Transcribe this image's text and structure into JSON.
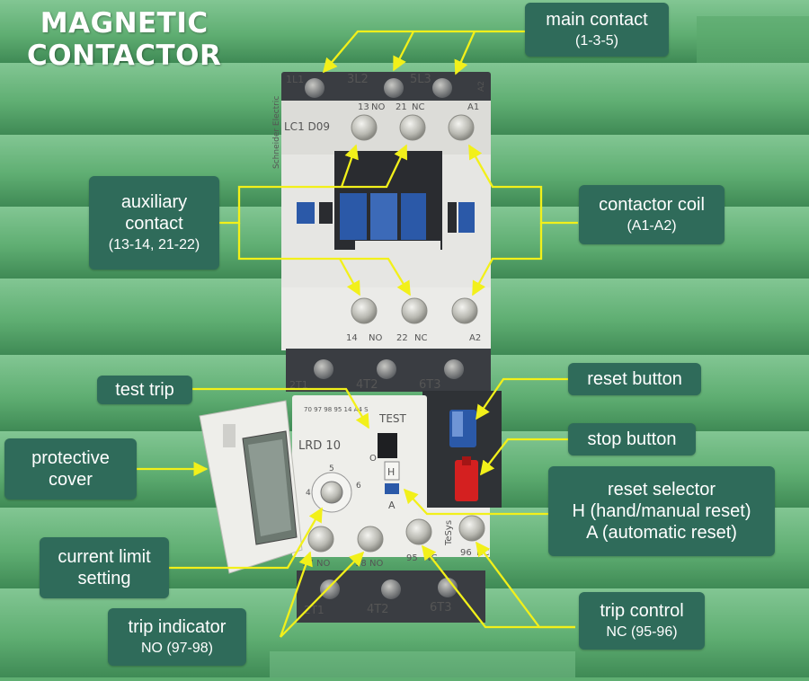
{
  "title": [
    "MAGNETIC",
    "CONTACTOR"
  ],
  "device": {
    "top_terminals": [
      "1L1",
      "3L2",
      "5L3",
      "A2"
    ],
    "aux_top": [
      "13",
      "NO",
      "21",
      "NC",
      "A1"
    ],
    "model": "LC1 D09",
    "brand": [
      "Schneider",
      "Electric"
    ],
    "aux_bottom": [
      "14",
      "NO",
      "22",
      "NC",
      "A2"
    ],
    "bottom_terminals": [
      "2T1",
      "4T2",
      "6T3"
    ],
    "relay_header": "70  97  98  95  14  A4  S",
    "relay_model": "LRD 10",
    "relay_test": "TEST",
    "relay_o": "O",
    "relay_h": "H",
    "relay_a": "A",
    "relay_brand": "TeSys",
    "dial": [
      "4",
      "5",
      "6"
    ],
    "relay_terminals": [
      "97",
      "NO",
      "98",
      "NO",
      "95",
      "NC",
      "96",
      "NC"
    ],
    "relay_bottom_terminals": [
      "2T1",
      "4T2",
      "6T3"
    ]
  },
  "labels": {
    "main_contact": {
      "main": "main contact",
      "sub": "(1-3-5)"
    },
    "auxiliary_contact": {
      "line1": "auxiliary",
      "line2": "contact",
      "sub": "(13-14, 21-22)"
    },
    "contactor_coil": {
      "main": "contactor coil",
      "sub": "(A1-A2)"
    },
    "test_trip": {
      "main": "test trip"
    },
    "reset_button": {
      "main": "reset button"
    },
    "stop_button": {
      "main": "stop button"
    },
    "protective_cover": {
      "line1": "protective",
      "line2": "cover"
    },
    "reset_selector": {
      "line1": "reset selector",
      "line2": "H (hand/manual reset)",
      "line3": "A (automatic reset)"
    },
    "current_limit": {
      "line1": "current limit",
      "line2": "setting"
    },
    "trip_indicator": {
      "main": "trip indicator",
      "sub": "NO (97-98)"
    },
    "trip_control": {
      "main": "trip control",
      "sub": "NC (95-96)"
    }
  },
  "colors": {
    "background": "#5fae72",
    "label_bg": "#2f6b5a",
    "arrow": "#f2f01a",
    "housing_white": "#e6e6e3",
    "housing_dark": "#3a3d42",
    "blue": "#2b59a8",
    "red": "#d42020"
  }
}
